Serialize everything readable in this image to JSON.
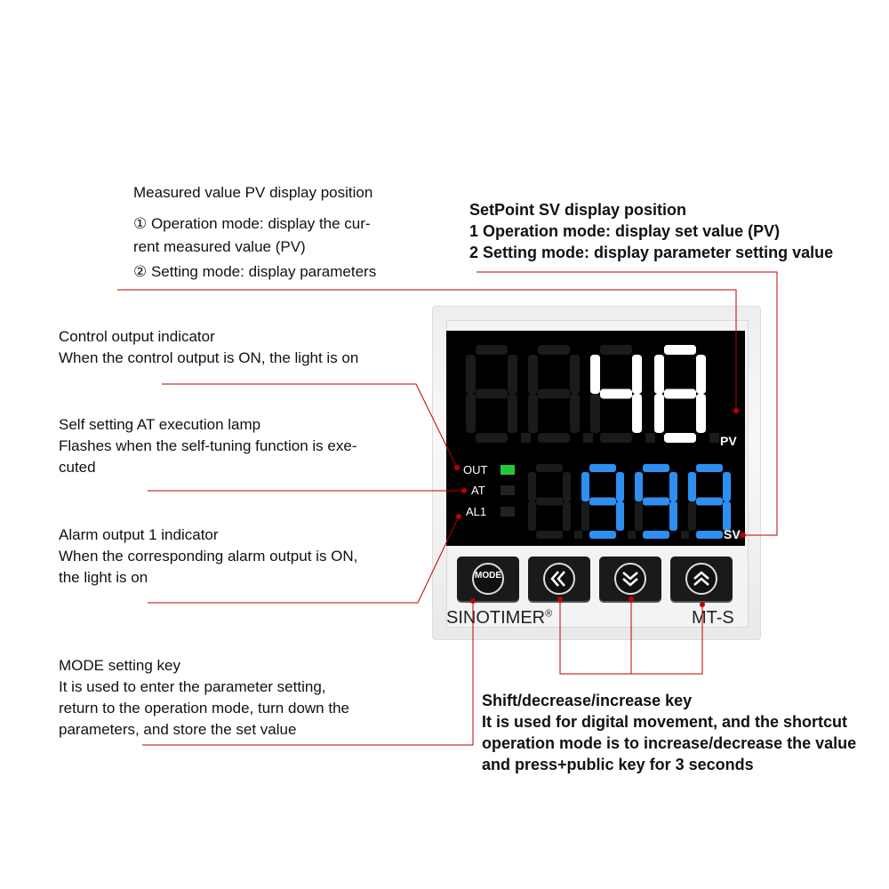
{
  "annotations": {
    "pv_title": "Measured value PV display position",
    "pv_line1": "① Operation mode: display the cur-",
    "pv_line2": "rent measured value (PV)",
    "pv_line3": "② Setting mode: display parameters",
    "sv_title": "SetPoint SV display position",
    "sv_line1": "1 Operation mode: display set value (PV)",
    "sv_line2": "2 Setting mode: display parameter setting value",
    "out_title": "Control output indicator",
    "out_line1": "When the control output is ON, the light is on",
    "at_title": "Self setting AT execution lamp",
    "at_line1": "Flashes when the self-tuning function is exe-",
    "at_line2": "cuted",
    "al_title": "Alarm output 1 indicator",
    "al_line1": "When the corresponding alarm output is ON,",
    "al_line2": "the light is on",
    "mode_title": "MODE setting key",
    "mode_line1": "It is used to enter the parameter setting,",
    "mode_line2": "return to the operation mode, turn down the",
    "mode_line3": "parameters, and store the set value",
    "keys_title": "Shift/decrease/increase key",
    "keys_line1": "It is used for digital movement, and the shortcut",
    "keys_line2": "operation mode is to increase/decrease the value",
    "keys_line3": "and press+public key for 3 seconds"
  },
  "device": {
    "pv_value": "48",
    "sv_value": "999",
    "pv_unit": "PV",
    "sv_unit": "SV",
    "indicators": [
      {
        "label": "OUT",
        "state": "on"
      },
      {
        "label": "AT",
        "state": "off"
      },
      {
        "label": "AL1",
        "state": "off"
      }
    ],
    "keys": {
      "mode_label": "MODE",
      "shift_icon": "double-chevron-left-icon",
      "down_icon": "double-chevron-down-icon",
      "up_icon": "double-chevron-up-icon"
    },
    "brand": "SINOTIMER",
    "trademark": "®",
    "model": "MT-S"
  },
  "colors": {
    "leader_line": "#c00000",
    "led_on": "#22c83c",
    "pv_digit": "#ffffff",
    "sv_digit": "#2f8ff0"
  }
}
